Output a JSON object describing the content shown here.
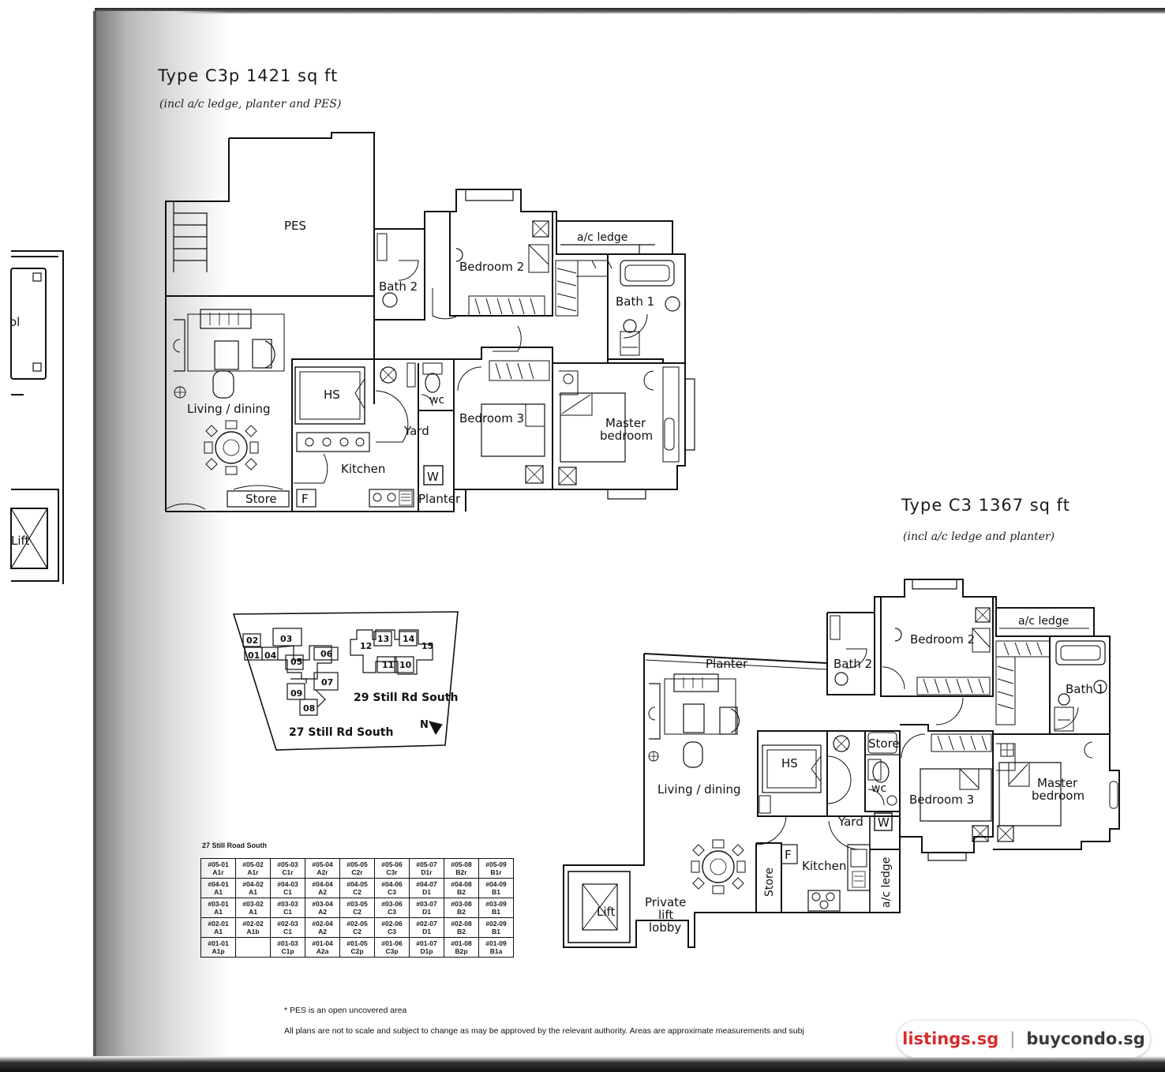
{
  "plan_c3p": {
    "title": "Type C3p 1421 sq ft",
    "subtitle": "(incl a/c ledge, planter and PES)",
    "rooms": {
      "pes": "PES",
      "ac_ledge": "a/c ledge",
      "bedroom2": "Bedroom 2",
      "bath2": "Bath 2",
      "bath1": "Bath 1",
      "living_dining": "Living / dining",
      "hs": "HS",
      "wc": "wc",
      "yard": "Yard",
      "bedroom3": "Bedroom 3",
      "master_line1": "Master",
      "master_line2": "bedroom",
      "kitchen": "Kitchen",
      "store": "Store",
      "fridge": "F",
      "washer": "W",
      "planter": "Planter"
    }
  },
  "plan_c3": {
    "title": "Type C3 1367 sq ft",
    "subtitle": "(incl a/c ledge and planter)",
    "rooms": {
      "ac_ledge": "a/c ledge",
      "bedroom2": "Bedroom 2",
      "planter": "Planter",
      "bath2": "Bath 2",
      "bath1": "Bath 1",
      "store": "Store",
      "hs": "HS",
      "wc": "wc",
      "living_dining": "Living / dining",
      "bedroom3": "Bedroom 3",
      "master_line1": "Master",
      "master_line2": "bedroom",
      "yard": "Yard",
      "washer": "W",
      "fridge": "F",
      "kitchen": "Kitchen",
      "store_vertical": "Store",
      "ac_ledge_vertical": "a/c ledge",
      "lift": "Lift",
      "lobby_line1": "Private",
      "lobby_line2": "lift",
      "lobby_line3": "lobby"
    }
  },
  "neighbour": {
    "pool_fragment": "ol",
    "lift_fragment": "Lift"
  },
  "site_plan": {
    "blocks": [
      "02",
      "03",
      "01",
      "04",
      "05",
      "06",
      "07",
      "09",
      "08",
      "13",
      "14",
      "12",
      "15",
      "11",
      "10"
    ],
    "label_29": "29 Still Rd South",
    "label_27": "27 Still Rd South",
    "north": "N"
  },
  "schedule": {
    "title": "27 Still Road South",
    "rows": [
      [
        [
          "#05-01",
          "A1r"
        ],
        [
          "#05-02",
          "A1r"
        ],
        [
          "#05-03",
          "C1r"
        ],
        [
          "#05-04",
          "A2r"
        ],
        [
          "#05-05",
          "C2r"
        ],
        [
          "#05-06",
          "C3r"
        ],
        [
          "#05-07",
          "D1r"
        ],
        [
          "#05-08",
          "B2r"
        ],
        [
          "#05-09",
          "B1r"
        ]
      ],
      [
        [
          "#04-01",
          "A1"
        ],
        [
          "#04-02",
          "A1"
        ],
        [
          "#04-03",
          "C1"
        ],
        [
          "#04-04",
          "A2"
        ],
        [
          "#04-05",
          "C2"
        ],
        [
          "#04-06",
          "C3"
        ],
        [
          "#04-07",
          "D1"
        ],
        [
          "#04-08",
          "B2"
        ],
        [
          "#04-09",
          "B1"
        ]
      ],
      [
        [
          "#03-01",
          "A1"
        ],
        [
          "#03-02",
          "A1"
        ],
        [
          "#03-03",
          "C1"
        ],
        [
          "#03-04",
          "A2"
        ],
        [
          "#03-05",
          "C2"
        ],
        [
          "#03-06",
          "C3"
        ],
        [
          "#03-07",
          "D1"
        ],
        [
          "#03-08",
          "B2"
        ],
        [
          "#03-09",
          "B1"
        ]
      ],
      [
        [
          "#02-01",
          "A1"
        ],
        [
          "#02-02",
          "A1b"
        ],
        [
          "#02-03",
          "C1"
        ],
        [
          "#02-04",
          "A2"
        ],
        [
          "#02-05",
          "C2"
        ],
        [
          "#02-06",
          "C3"
        ],
        [
          "#02-07",
          "D1"
        ],
        [
          "#02-08",
          "B2"
        ],
        [
          "#02-09",
          "B1"
        ]
      ],
      [
        [
          "#01-01",
          "A1p"
        ],
        [
          "",
          ""
        ],
        [
          "#01-03",
          "C1p"
        ],
        [
          "#01-04",
          "A2a"
        ],
        [
          "#01-05",
          "C2p"
        ],
        [
          "#01-06",
          "C3p"
        ],
        [
          "#01-07",
          "D1p"
        ],
        [
          "#01-08",
          "B2p"
        ],
        [
          "#01-09",
          "B1a"
        ]
      ]
    ]
  },
  "notes": {
    "pes_note": "* PES is an open uncovered area",
    "disclaimer": "All plans are not to scale and subject to change as may be approved by the relevant authority. Areas are approximate measurements and subj"
  },
  "watermark": {
    "brand_a": "listings.sg",
    "separator": "|",
    "brand_b": "buycondo.sg"
  }
}
